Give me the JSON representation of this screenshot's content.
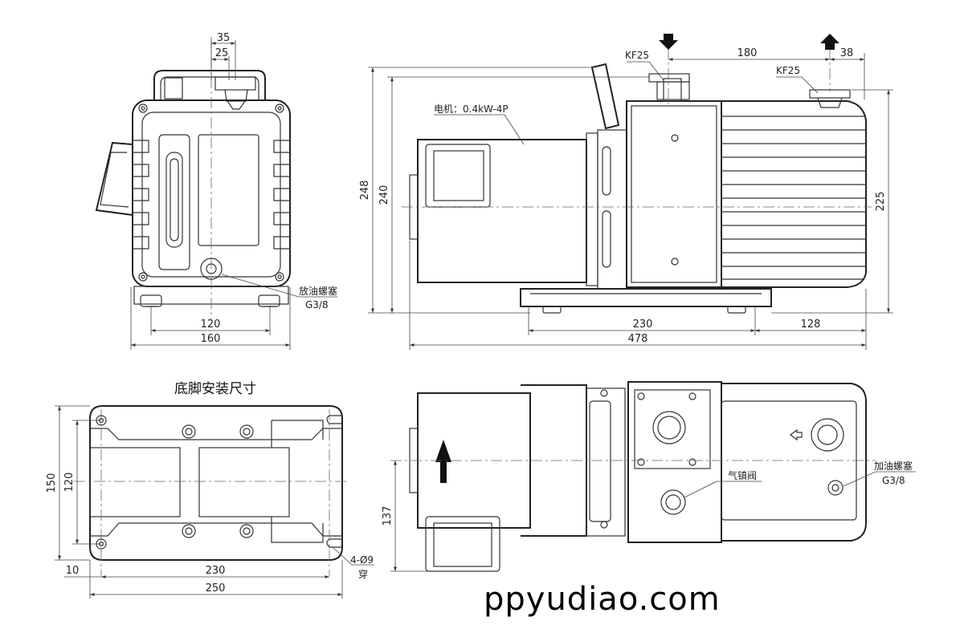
{
  "front_view": {
    "dims": {
      "d35": "35",
      "d25": "25",
      "d120": "120",
      "d160": "160"
    },
    "drain_plug": {
      "name": "放油螺塞",
      "spec": "G3/8"
    }
  },
  "side_view": {
    "motor_label": "电机：0.4kW-4P",
    "inlet_label": "KF25",
    "outlet_label": "KF25",
    "dims": {
      "d180": "180",
      "d38": "38",
      "d248": "248",
      "d240": "240",
      "d225": "225",
      "d230": "230",
      "d128": "128",
      "d478": "478"
    }
  },
  "base_view": {
    "title": "底脚安装尺寸",
    "dims": {
      "d150": "150",
      "d120": "120",
      "d10": "10",
      "d230": "230",
      "d250": "250"
    },
    "holes_line1": "4-Ø9",
    "holes_line2": "穿"
  },
  "top_view": {
    "gas_ballast": "气镇阀",
    "fill_plug": {
      "name": "加油螺塞",
      "spec": "G3/8"
    },
    "dims": {
      "d137": "137"
    }
  },
  "watermark": "ppyudiao.com"
}
